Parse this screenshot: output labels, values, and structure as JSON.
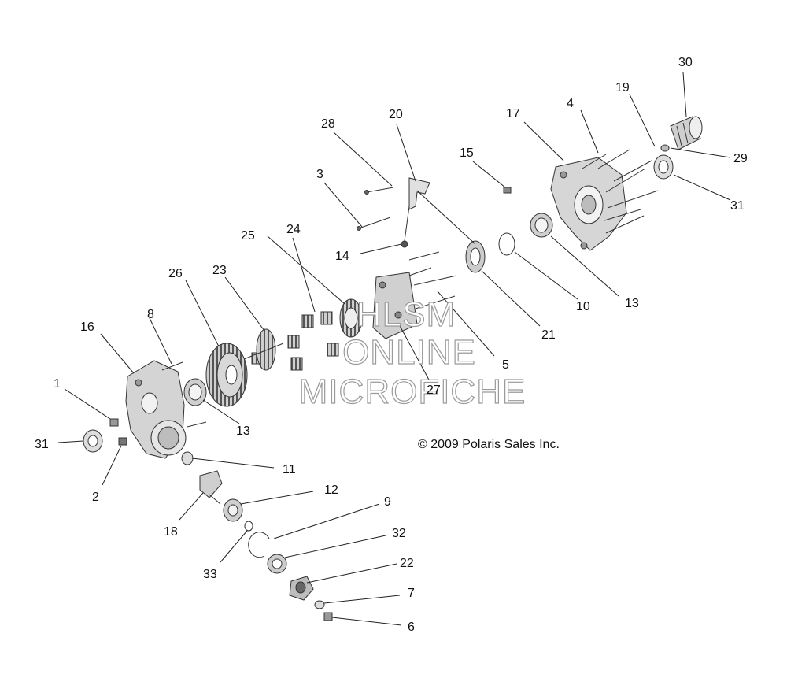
{
  "copyright": "© 2009 Polaris Sales Inc.",
  "watermark": [
    "HLSM",
    "ONLINE",
    "MICROFICHE"
  ],
  "callouts": [
    "1",
    "2",
    "3",
    "4",
    "5",
    "6",
    "7",
    "8",
    "9",
    "10",
    "11",
    "12",
    "13",
    "13",
    "14",
    "15",
    "16",
    "17",
    "18",
    "19",
    "20",
    "21",
    "22",
    "23",
    "24",
    "25",
    "26",
    "27",
    "28",
    "29",
    "30",
    "31",
    "31",
    "32",
    "33"
  ],
  "colors": {
    "ink": "#222222",
    "part_fill": "#d8d8d8",
    "watermark_outline": "#9a9a9a"
  }
}
